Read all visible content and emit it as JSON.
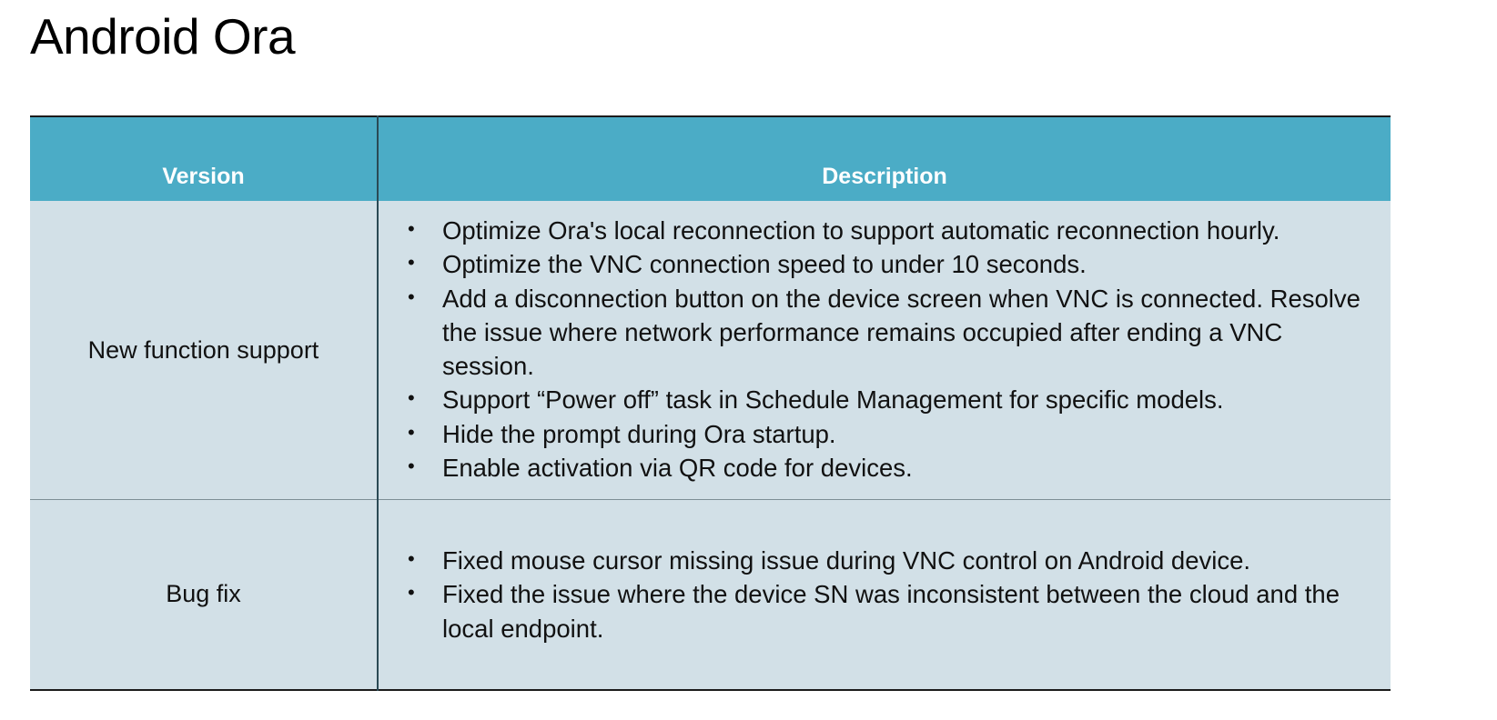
{
  "slide": {
    "title": "Android Ora",
    "accent_color": "#4BACC6",
    "cell_bg_color": "#D2E0E7",
    "header_text_color": "#FFFFFF",
    "body_text_color": "#111111"
  },
  "table": {
    "headers": [
      "Version",
      "Description"
    ],
    "rows": [
      {
        "version": "New function support",
        "items": [
          "Optimize Ora's local reconnection to support automatic reconnection hourly.",
          "Optimize the VNC connection speed to under 10 seconds.",
          "Add a disconnection button on the device screen when VNC is connected. Resolve the issue where network performance remains occupied after ending a VNC session.",
          "Support “Power off” task in Schedule Management for specific models.",
          "Hide the prompt during Ora startup.",
          "Enable activation via QR code for devices."
        ]
      },
      {
        "version": "Bug fix",
        "items": [
          "Fixed mouse cursor missing issue during VNC control on Android device.",
          "Fixed the issue where the device SN was inconsistent between the cloud and the local endpoint."
        ]
      }
    ]
  }
}
